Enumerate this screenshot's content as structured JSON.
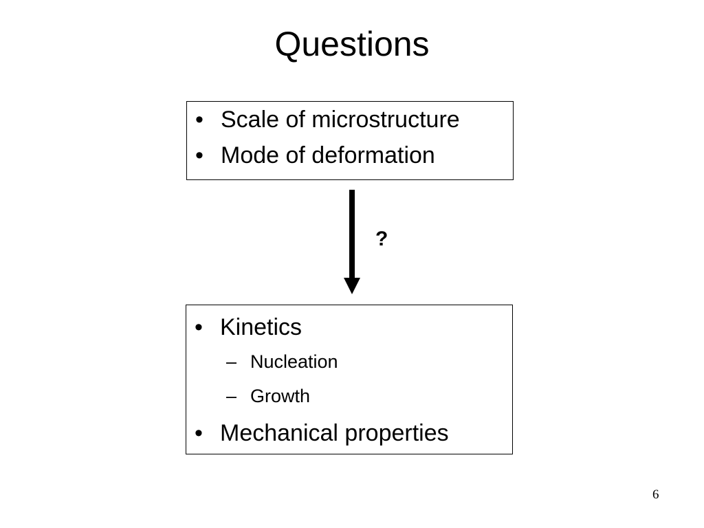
{
  "title": "Questions",
  "top_box": {
    "items": [
      {
        "bullet": "•",
        "text": "Scale of microstructure"
      },
      {
        "bullet": "•",
        "text": "Mode of deformation"
      }
    ]
  },
  "arrow": {
    "icon": "down-arrow-icon",
    "label": "?"
  },
  "bottom_box": {
    "items": [
      {
        "bullet": "•",
        "text": "Kinetics"
      },
      {
        "bullet": "–",
        "text": "Nucleation"
      },
      {
        "bullet": "–",
        "text": "Growth"
      },
      {
        "bullet": "•",
        "text": "Mechanical properties"
      }
    ]
  },
  "page_number": "6"
}
